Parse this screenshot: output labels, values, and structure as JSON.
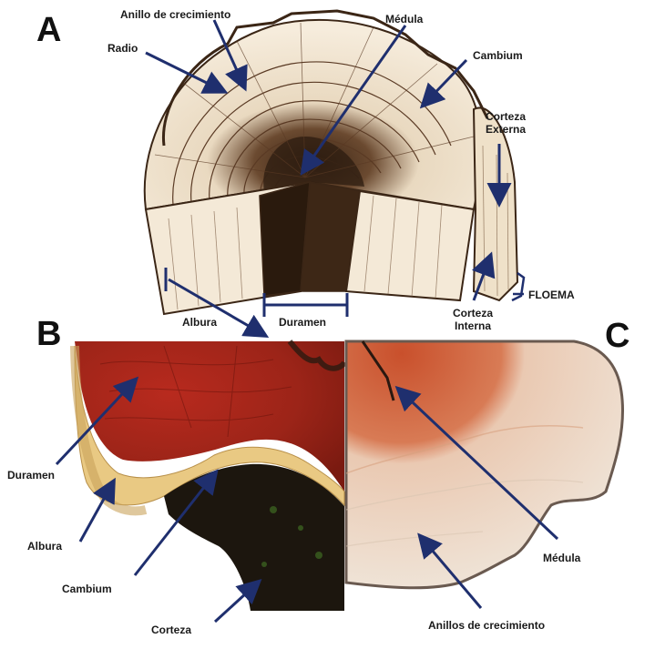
{
  "panels": {
    "a": {
      "letter": "A",
      "labels": {
        "anillo": "Anillo de crecimiento",
        "medula": "Médula",
        "radio": "Radio",
        "cambium": "Cambium",
        "corteza_externa_1": "Corteza",
        "corteza_externa_2": "Externa",
        "floema": "FLOEMA",
        "corteza_interna_1": "Corteza",
        "corteza_interna_2": "Interna",
        "albura": "Albura",
        "duramen": "Duramen"
      }
    },
    "b": {
      "letter": "B",
      "labels": {
        "duramen": "Duramen",
        "albura": "Albura",
        "cambium": "Cambium",
        "corteza": "Corteza"
      }
    },
    "c": {
      "letter": "C",
      "labels": {
        "medula": "Médula",
        "anillos": "Anillos de crecimiento"
      }
    }
  },
  "colors": {
    "arrow": "#1f2f6e",
    "wood_light": "#f3e6d2",
    "wood_line": "#4a2d1c",
    "heartwood_red": "#a3261c",
    "sapwood_yellow": "#e7c884",
    "bark_dark": "#1c160e",
    "c_heart": "#c8502e",
    "c_sap": "#e8d9c8"
  }
}
